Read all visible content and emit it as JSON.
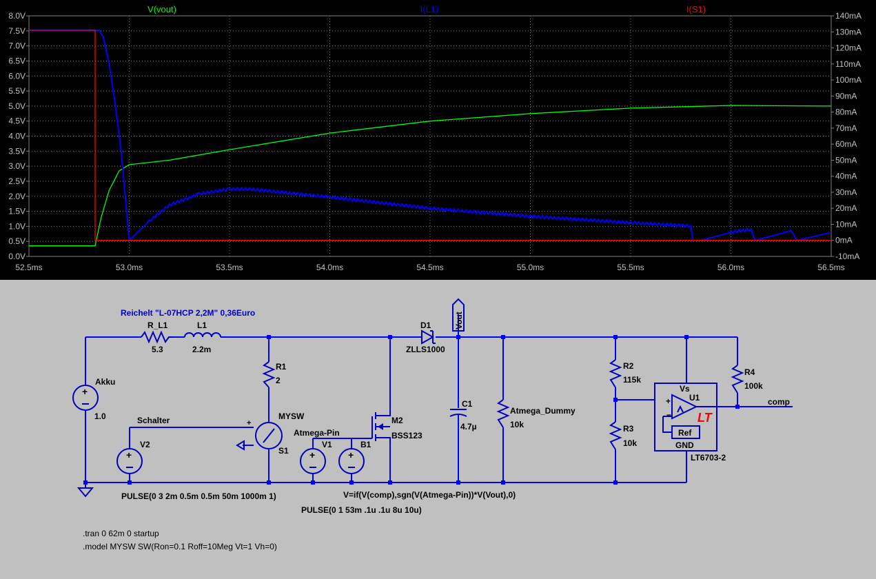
{
  "chart_data": {
    "type": "line",
    "xlim": [
      52.5,
      56.5
    ],
    "x_ticks": [
      "52.5ms",
      "53.0ms",
      "53.5ms",
      "54.0ms",
      "54.5ms",
      "55.0ms",
      "55.5ms",
      "56.0ms",
      "56.5ms"
    ],
    "x_tick_values": [
      52.5,
      53.0,
      53.5,
      54.0,
      54.5,
      55.0,
      55.5,
      56.0,
      56.5
    ],
    "ylim_left": [
      0,
      8
    ],
    "y_left_ticks": [
      "0.0V",
      "0.5V",
      "1.0V",
      "1.5V",
      "2.0V",
      "2.5V",
      "3.0V",
      "3.5V",
      "4.0V",
      "4.5V",
      "5.0V",
      "5.5V",
      "6.0V",
      "6.5V",
      "7.0V",
      "7.5V",
      "8.0V"
    ],
    "ylim_right": [
      -10,
      140
    ],
    "y_right_ticks": [
      "-10mA",
      "0mA",
      "10mA",
      "20mA",
      "30mA",
      "40mA",
      "50mA",
      "60mA",
      "70mA",
      "80mA",
      "90mA",
      "100mA",
      "110mA",
      "120mA",
      "130mA",
      "140mA"
    ],
    "grid": true,
    "series": [
      {
        "name": "V(vout)",
        "axis": "left",
        "color": "#00ff00",
        "x": [
          52.5,
          52.83,
          52.86,
          52.9,
          52.95,
          53.0,
          53.2,
          53.5,
          54.0,
          54.5,
          55.0,
          55.5,
          56.0,
          56.5
        ],
        "y": [
          0.35,
          0.35,
          1.3,
          2.2,
          2.85,
          3.05,
          3.2,
          3.55,
          4.1,
          4.5,
          4.75,
          4.93,
          5.02,
          5.0
        ]
      },
      {
        "name": "I(L1)",
        "axis": "right",
        "color": "#0000ff",
        "x": [
          52.5,
          52.85,
          52.87,
          52.9,
          52.93,
          52.96,
          53.0,
          53.1,
          53.2,
          53.35,
          53.5,
          53.6,
          54.0,
          54.5,
          55.0,
          55.5,
          55.8,
          55.81,
          55.85,
          56.0,
          56.1,
          56.12,
          56.3,
          56.33,
          56.5
        ],
        "y": [
          131,
          131,
          127,
          110,
          85,
          55,
          0,
          12,
          22,
          29,
          32,
          32,
          27,
          20,
          15,
          11,
          9,
          0,
          0,
          5,
          7,
          0,
          6,
          0,
          5
        ]
      },
      {
        "name": "I(S1)",
        "axis": "right",
        "color": "#ff0000",
        "x": [
          52.5,
          52.83,
          52.83,
          56.5
        ],
        "y": [
          131,
          131,
          0,
          0
        ]
      }
    ]
  },
  "schematic": {
    "note": "Reichelt \"L-07HCP 2,2M\" 0,36Euro",
    "r_l1": {
      "name": "R_L1",
      "value": "5.3"
    },
    "l1": {
      "name": "L1",
      "value": "2.2m"
    },
    "r1": {
      "name": "R1",
      "value": "2"
    },
    "d1": {
      "name": "D1",
      "value": "ZLLS1000"
    },
    "vout_label": "Vout",
    "c1": {
      "name": "C1",
      "value": "4.7µ"
    },
    "atmega_dummy": {
      "name": "Atmega_Dummy",
      "value": "10k"
    },
    "r2": {
      "name": "R2",
      "value": "115k"
    },
    "r3": {
      "name": "R3",
      "value": "10k"
    },
    "r4": {
      "name": "R4",
      "value": "100k"
    },
    "comp_label": "comp",
    "akku": {
      "name": "Akku",
      "value": "1.0"
    },
    "schalter_label": "Schalter",
    "v2": {
      "name": "V2",
      "value": "PULSE(0 3 2m 0.5m 0.5m 50m 1000m 1)"
    },
    "s1": {
      "name": "S1",
      "model": "MYSW"
    },
    "atmega_pin_label": "Atmega-Pin",
    "v1": {
      "name": "V1",
      "value": "PULSE(0 1 53m .1u .1u 8u 10u)"
    },
    "b1": {
      "name": "B1",
      "value": "V=if(V(comp),sgn(V(Atmega-Pin))*V(Vout),0)"
    },
    "m2": {
      "name": "M2",
      "value": "BSS123"
    },
    "u1": {
      "name": "U1",
      "part": "LT6703-2",
      "vs": "Vs",
      "ref": "Ref",
      "gnd": "GND",
      "logo": "LT"
    },
    "directives": [
      ".tran 0 62m 0 startup",
      ".model MYSW SW(Ron=0.1 Roff=10Meg Vt=1 Vh=0)"
    ]
  }
}
